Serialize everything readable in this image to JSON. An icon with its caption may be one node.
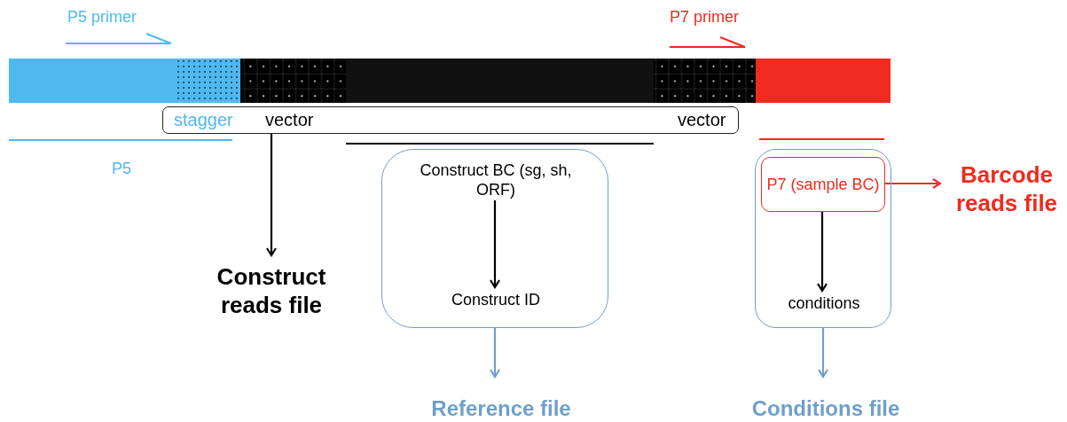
{
  "diagram": {
    "nodes": [
      {
        "text": [
          "stagger",
          "vector",
          "vector"
        ]
      },
      {
        "text": [
          "Construct reads file"
        ]
      },
      {
        "text": [],
        "shape": "box"
      },
      {
        "text": [
          "Construct BC (sg, sh, ORF)"
        ],
        "in": 2
      },
      {
        "text": [
          "Construct ID"
        ],
        "in": 2
      },
      {
        "text": [
          "Reference file"
        ]
      },
      {
        "text": [],
        "shape": "box"
      },
      {
        "text": [
          "P7 (sample BC)"
        ],
        "in": 6
      },
      {
        "text": [
          "conditions"
        ],
        "in": 6
      },
      {
        "text": [
          "Barcode reads file"
        ]
      },
      {
        "text": [
          "Conditions file"
        ]
      }
    ],
    "edges": [
      {
        "from": 0,
        "to": 1,
        "arrow": "to"
      },
      {
        "from": 3,
        "to": 4,
        "arrow": "to"
      },
      {
        "from": 2,
        "to": 5,
        "arrow": "to",
        "color": "#6f9fcb"
      },
      {
        "from": 7,
        "to": 9,
        "arrow": "to",
        "color": "#e8302a"
      },
      {
        "from": 7,
        "to": 8,
        "arrow": "to"
      },
      {
        "from": 6,
        "to": 10,
        "arrow": "to",
        "color": "#6f9fcb"
      }
    ],
    "labels": [
      "P5 primer",
      "P7 primer",
      "P5"
    ]
  }
}
